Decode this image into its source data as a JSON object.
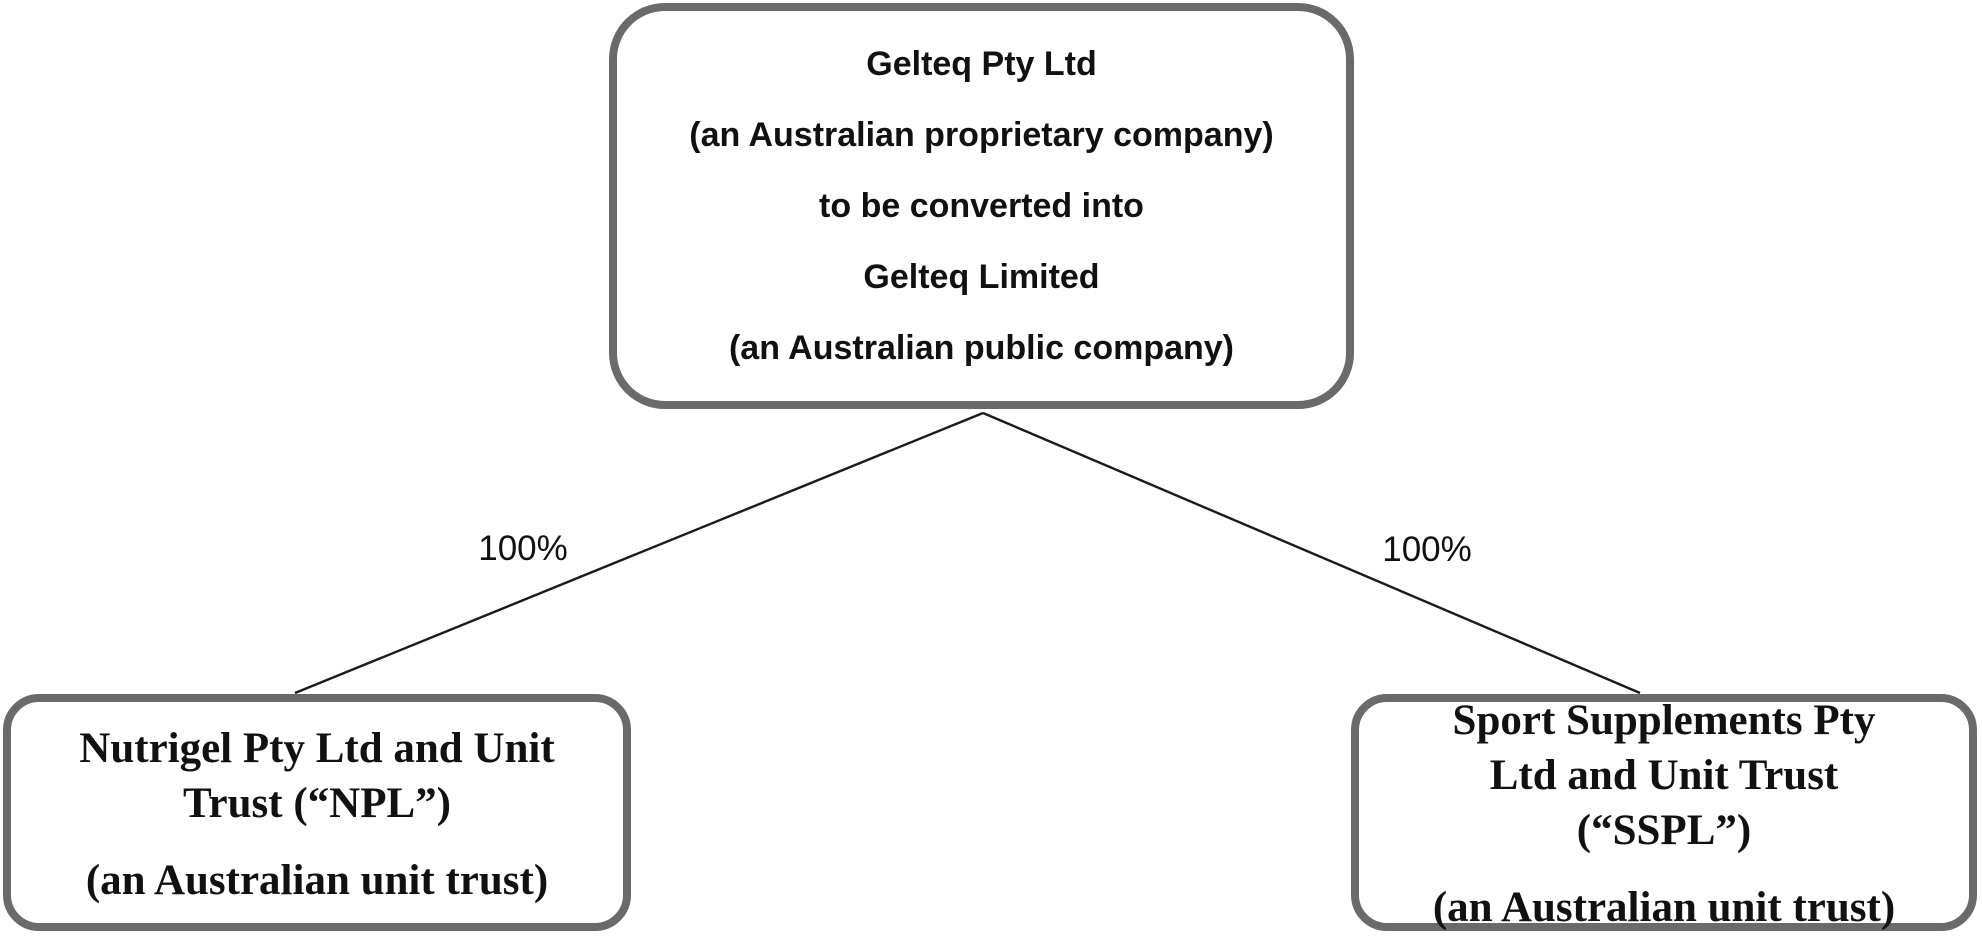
{
  "diagram": {
    "parent_box": {
      "lines": [
        "Gelteq Pty Ltd",
        "(an Australian proprietary company)",
        "to be converted into",
        "Gelteq Limited",
        "(an Australian public company)"
      ]
    },
    "edges": [
      {
        "from": "parent",
        "to": "left",
        "label": "100%"
      },
      {
        "from": "parent",
        "to": "right",
        "label": "100%"
      }
    ],
    "left_box": {
      "name": "Nutrigel Pty Ltd and Unit Trust (“NPL”)",
      "type": "(an Australian unit trust)"
    },
    "right_box": {
      "name": "Sport Supplements Pty Ltd and Unit Trust (“SSPL”)",
      "type": "(an Australian unit trust)"
    },
    "colors": {
      "box_border": "#6a6a6a",
      "text": "#111111",
      "connector": "#1a1a1a"
    }
  }
}
